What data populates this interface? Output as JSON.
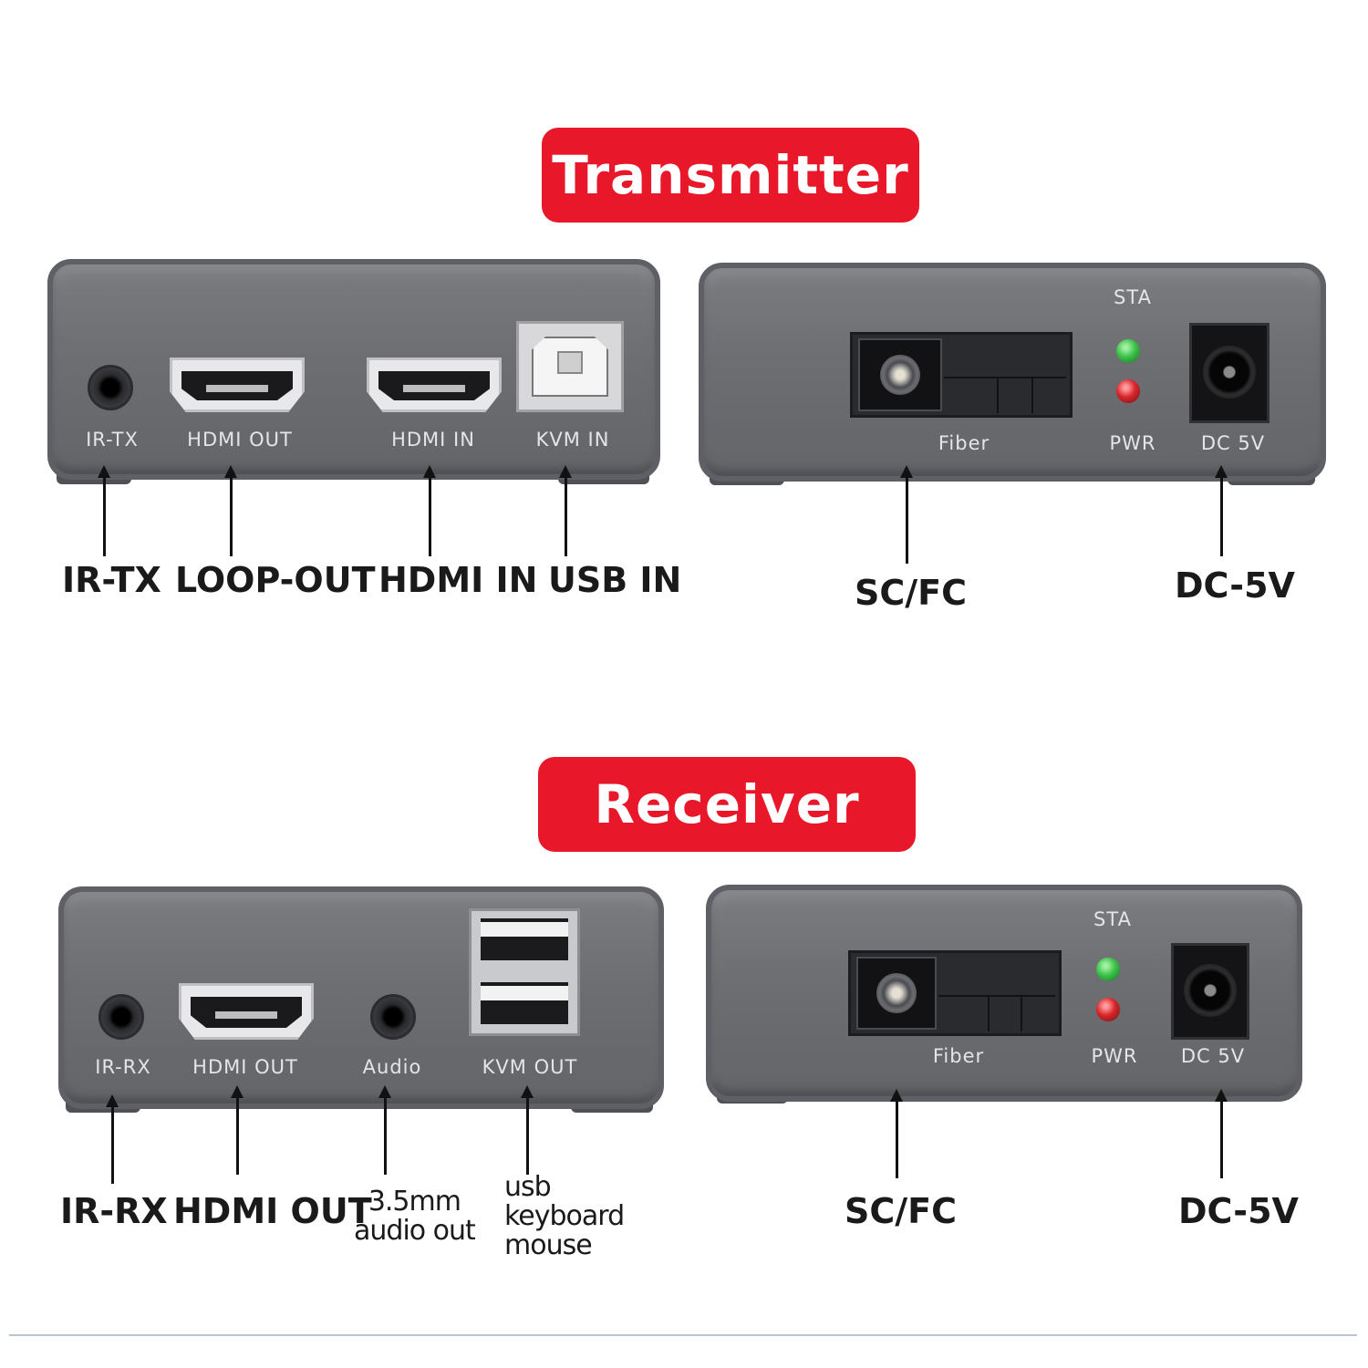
{
  "transmitter": {
    "title": "Transmitter",
    "left_panel": {
      "port_labels": [
        "IR-TX",
        "HDMI OUT",
        "HDMI IN",
        "KVM IN"
      ],
      "callouts": [
        "IR-TX",
        "LOOP-OUT",
        "HDMI IN",
        "USB IN"
      ]
    },
    "right_panel": {
      "led_top_label": "STA",
      "port_labels": [
        "Fiber",
        "PWR",
        "DC 5V"
      ],
      "callouts": [
        "SC/FC",
        "DC-5V"
      ]
    }
  },
  "receiver": {
    "title": "Receiver",
    "left_panel": {
      "port_labels": [
        "IR-RX",
        "HDMI OUT",
        "Audio",
        "KVM OUT"
      ],
      "callouts": [
        "IR-RX",
        "HDMI OUT"
      ],
      "audio_callout": [
        "3.5mm",
        "audio out"
      ],
      "usb_callout": [
        "usb",
        "keyboard",
        "mouse"
      ]
    },
    "right_panel": {
      "led_top_label": "STA",
      "port_labels": [
        "Fiber",
        "PWR",
        "DC 5V"
      ],
      "callouts": [
        "SC/FC",
        "DC-5V"
      ]
    }
  },
  "colors": {
    "banner": "#e8182a",
    "panel": "#6d6e72",
    "led_green": "#3cc24a",
    "led_red": "#d8262b"
  }
}
